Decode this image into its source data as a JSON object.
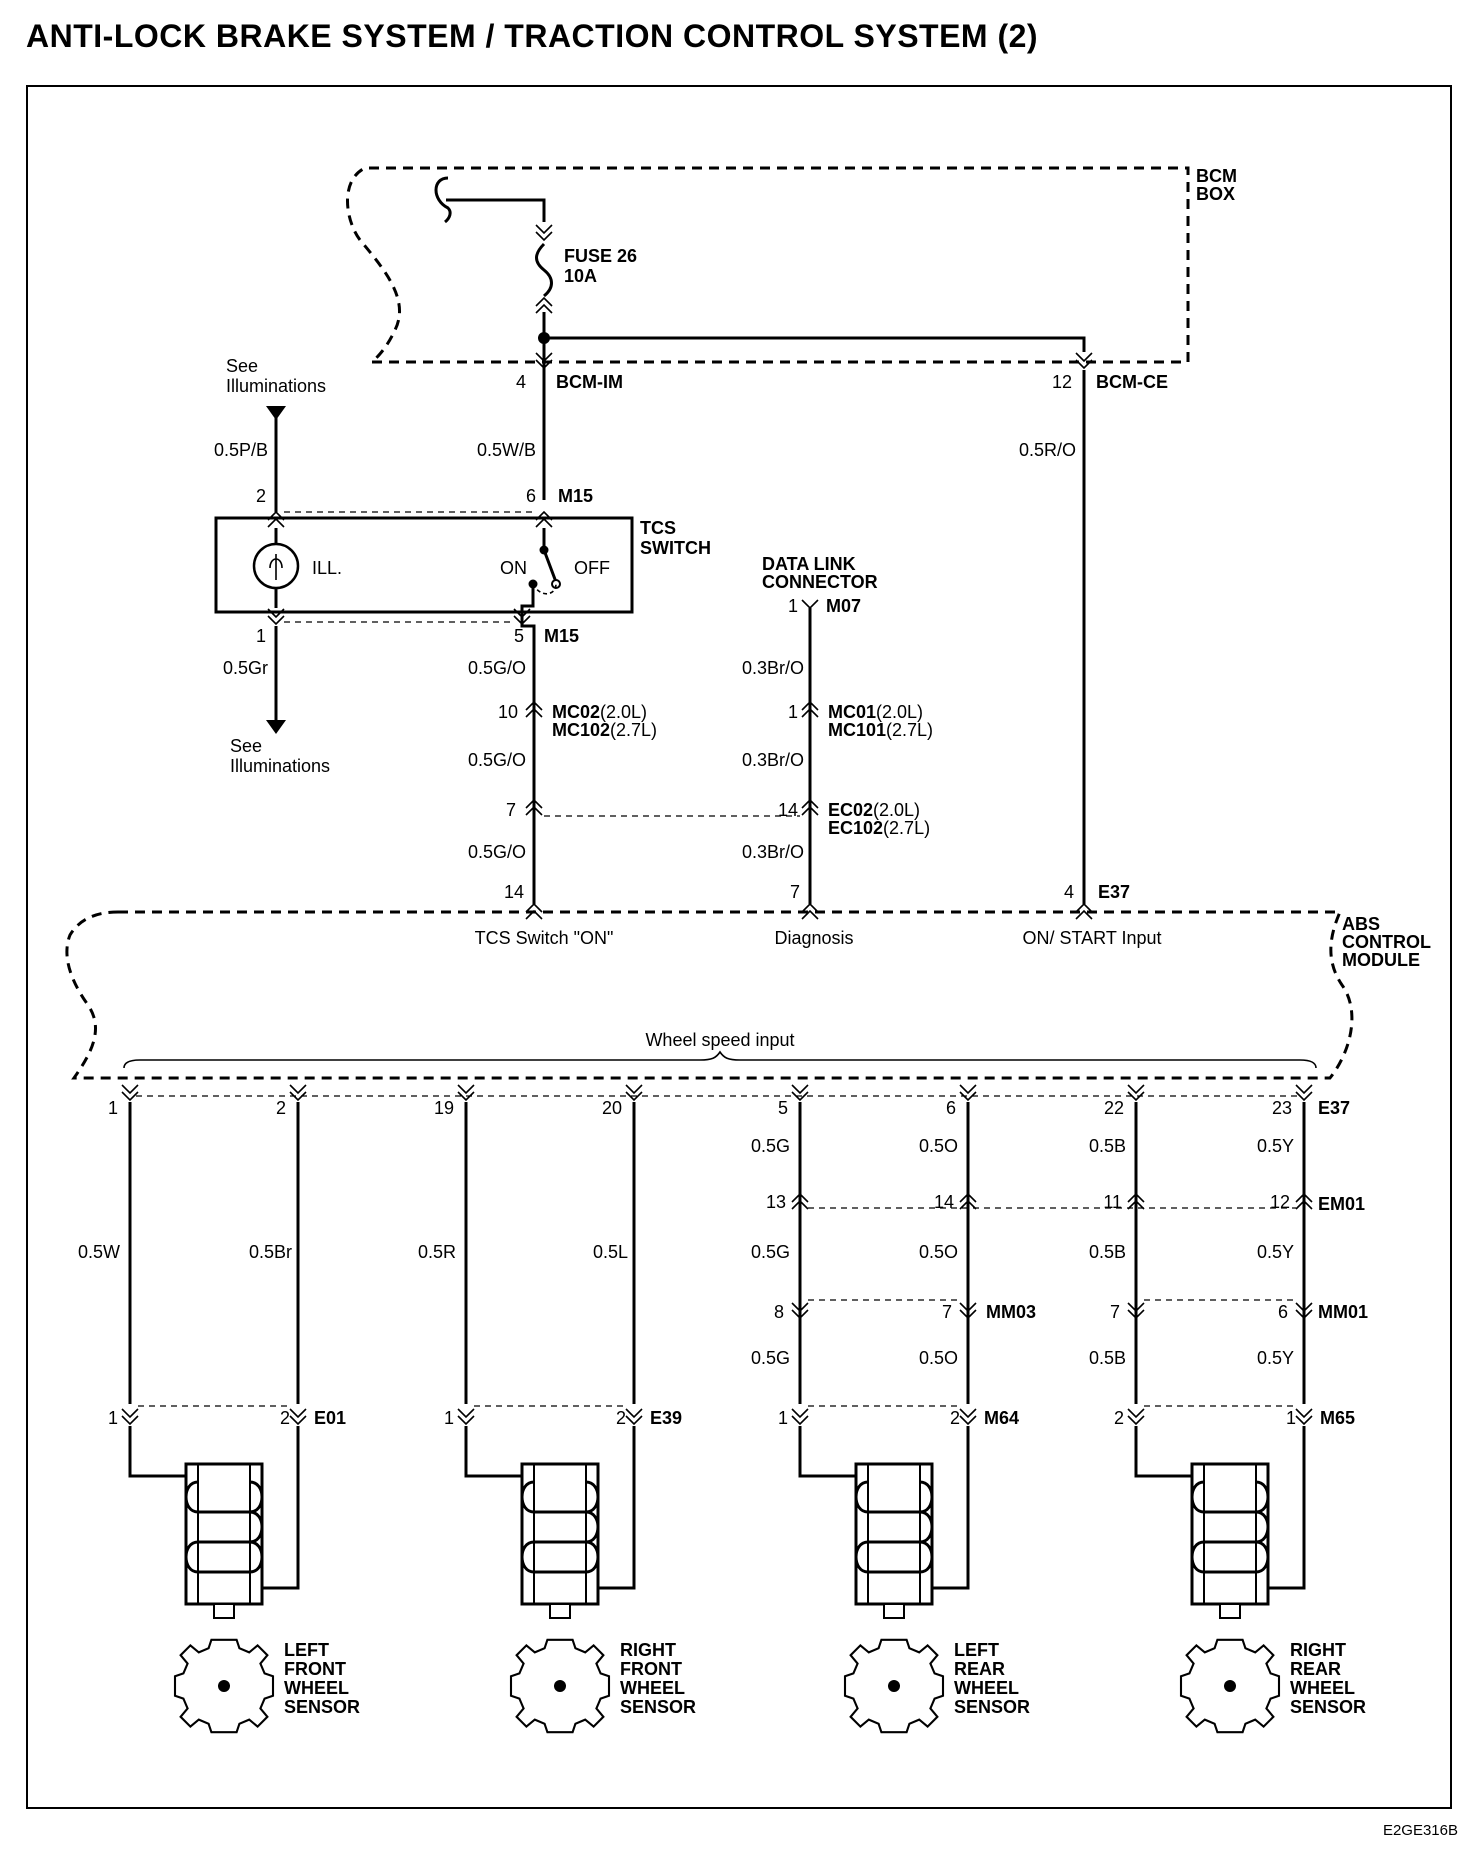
{
  "title": "ANTI-LOCK BRAKE SYSTEM / TRACTION CONTROL SYSTEM (2)",
  "doc_code": "E2GE316B",
  "bcm": {
    "box_label_1": "BCM",
    "box_label_2": "BOX",
    "fuse_1": "FUSE 26",
    "fuse_2": "10A",
    "im_pin": "4",
    "im_name": "BCM-IM",
    "ce_pin": "12",
    "ce_name": "BCM-CE"
  },
  "illumination": {
    "see_top_1": "See",
    "see_top_2": "Illuminations",
    "wire_top": "0.5P/B",
    "see_bottom_1": "See",
    "see_bottom_2": "Illuminations",
    "wire_bottom": "0.5Gr"
  },
  "tcs_switch": {
    "name_1": "TCS",
    "name_2": "SWITCH",
    "ill": "ILL.",
    "on": "ON",
    "off": "OFF",
    "pin_2": "2",
    "pin_6": "6",
    "pin_1": "1",
    "pin_5": "5",
    "conn_top": "M15",
    "conn_bottom": "M15"
  },
  "wire_w_b": "0.5W/B",
  "wire_r_o": "0.5R/O",
  "tcs_line": {
    "w1": "0.5G/O",
    "c1_pin": "10",
    "c1_a_name": "MC02",
    "c1_a_spec": "(2.0L)",
    "c1_b_name": "MC102",
    "c1_b_spec": "(2.7L)",
    "w2": "0.5G/O",
    "c2_pin": "7",
    "w3": "0.5G/O",
    "abs_pin": "14"
  },
  "dlc": {
    "name_1": "DATA LINK",
    "name_2": "CONNECTOR",
    "pin": "1",
    "conn": "M07",
    "w1": "0.3Br/O",
    "c1_pin": "1",
    "c1_a_name": "MC01",
    "c1_a_spec": "(2.0L)",
    "c1_b_name": "MC101",
    "c1_b_spec": "(2.7L)",
    "w2": "0.3Br/O",
    "c2_pin": "14",
    "c2_a_name": "EC02",
    "c2_a_spec": "(2.0L)",
    "c2_b_name": "EC102",
    "c2_b_spec": "(2.7L)",
    "w3": "0.3Br/O",
    "abs_pin": "7"
  },
  "abs": {
    "name_1": "ABS",
    "name_2": "CONTROL",
    "name_3": "MODULE",
    "conn_top": "E37",
    "ign_pin": "4",
    "input_tcs": "TCS Switch \"ON\"",
    "input_diag": "Diagnosis",
    "input_ign": "ON/ START Input",
    "wheel_speed_input": "Wheel speed input",
    "conn_bottom": "E37"
  },
  "wheel_pins": [
    "1",
    "2",
    "19",
    "20",
    "5",
    "6",
    "22",
    "23"
  ],
  "front_wires": [
    "0.5W",
    "0.5Br",
    "0.5R",
    "0.5L"
  ],
  "rear_wires": {
    "upper": [
      "0.5G",
      "0.5O",
      "0.5B",
      "0.5Y"
    ],
    "em01_pins": [
      "13",
      "14",
      "11",
      "12"
    ],
    "em01": "EM01",
    "middle": [
      "0.5G",
      "0.5O",
      "0.5B",
      "0.5Y"
    ],
    "mm_pins": [
      "8",
      "7",
      "7",
      "6"
    ],
    "mm03": "MM03",
    "mm01": "MM01",
    "lower": [
      "0.5G",
      "0.5O",
      "0.5B",
      "0.5Y"
    ]
  },
  "sensors": [
    {
      "pin_a": "1",
      "pin_b": "2",
      "conn": "E01",
      "name": [
        "LEFT",
        "FRONT",
        "WHEEL",
        "SENSOR"
      ]
    },
    {
      "pin_a": "1",
      "pin_b": "2",
      "conn": "E39",
      "name": [
        "RIGHT",
        "FRONT",
        "WHEEL",
        "SENSOR"
      ]
    },
    {
      "pin_a": "1",
      "pin_b": "2",
      "conn": "M64",
      "name": [
        "LEFT",
        "REAR",
        "WHEEL",
        "SENSOR"
      ]
    },
    {
      "pin_a": "2",
      "pin_b": "1",
      "conn": "M65",
      "name": [
        "RIGHT",
        "REAR",
        "WHEEL",
        "SENSOR"
      ]
    }
  ]
}
